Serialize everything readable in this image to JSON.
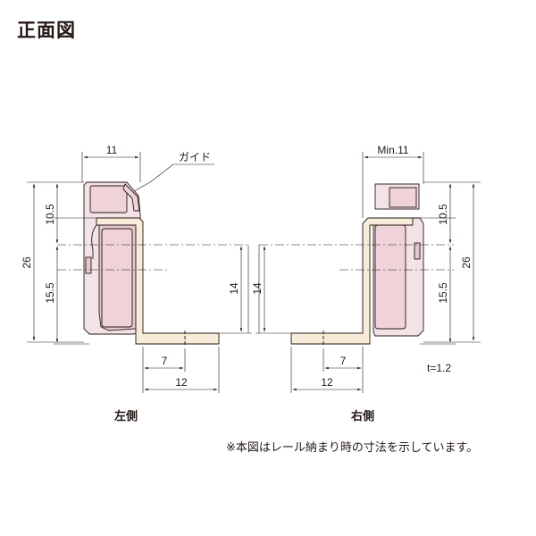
{
  "title": "正面図",
  "labels": {
    "guide": "ガイド",
    "left_side": "左側",
    "right_side": "右側",
    "thickness": "t=1.2",
    "note": "※本図はレール納まり時の寸法を示しています。"
  },
  "dimensions": {
    "left": {
      "width_top": "11",
      "upper_height": "10.5",
      "total_height": "26",
      "lower_height": "15.5",
      "center_height": "14",
      "flange_inner": "7",
      "flange_outer": "12"
    },
    "right": {
      "width_top": "Min.11",
      "upper_height": "10.5",
      "total_height": "26",
      "lower_height": "15.5",
      "center_height": "14",
      "flange_inner": "7",
      "flange_outer": "12"
    }
  },
  "colors": {
    "line": "#231815",
    "part_fill": "#f4e3e6",
    "part_shade": "#e6c9ce",
    "rail_fill": "#f6ecd8",
    "background": "#ffffff"
  }
}
